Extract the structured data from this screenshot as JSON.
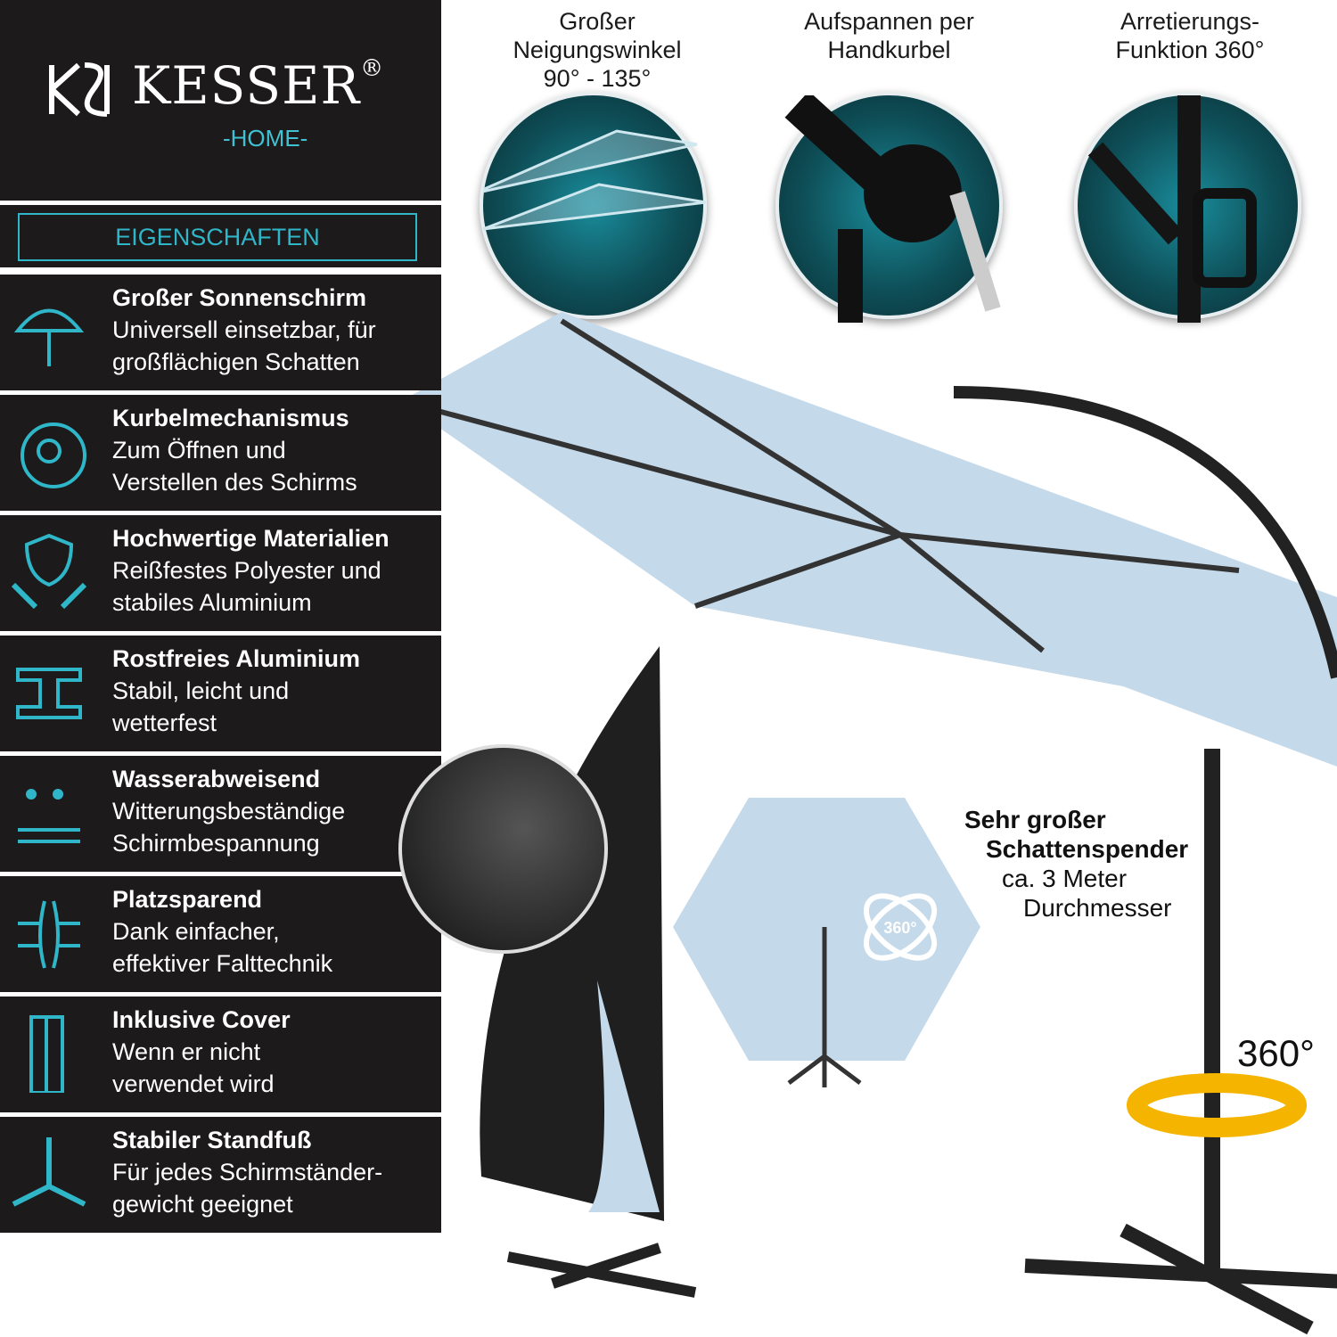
{
  "logo": {
    "brand": "KESSER",
    "reg": "®",
    "sub": "-HOME-"
  },
  "section_label": "EIGENSCHAFTEN",
  "features": [
    {
      "icon": "umbrella-icon",
      "title": "Großer Sonnenschirm",
      "desc1": "Universell einsetzbar, für",
      "desc2": "großflächigen Schatten"
    },
    {
      "icon": "crank-icon",
      "title": "Kurbelmechanismus",
      "desc1": "Zum Öffnen und",
      "desc2": "Verstellen des Schirms"
    },
    {
      "icon": "shield-hands-icon",
      "title": "Hochwertige Materialien",
      "desc1": "Reißfestes Polyester und",
      "desc2": "stabiles Aluminium"
    },
    {
      "icon": "steel-beam-icon",
      "title": "Rostfreies Aluminium",
      "desc1": "Stabil, leicht und",
      "desc2": "wetterfest"
    },
    {
      "icon": "water-drops-icon",
      "title": "Wasserabweisend",
      "desc1": "Witterungsbeständige",
      "desc2": "Schirmbespannung"
    },
    {
      "icon": "compress-icon",
      "title": "Platzsparend",
      "desc1": "Dank einfacher,",
      "desc2": "effektiver Falttechnik"
    },
    {
      "icon": "cover-zipper-icon",
      "title": "Inklusive Cover",
      "desc1": "Wenn er nicht",
      "desc2": "verwendet wird"
    },
    {
      "icon": "stand-base-icon",
      "title": "Stabiler Standfuß",
      "desc1": "Für jedes Schirmständer-",
      "desc2": "gewicht geeignet"
    }
  ],
  "captions": {
    "tilt": {
      "l1": "Großer",
      "l2": "Neigungswinkel",
      "l3": "90° - 135°"
    },
    "crank": {
      "l1": "Aufspannen per",
      "l2": "Handkurbel"
    },
    "lock": {
      "l1": "Arretierungs-",
      "l2": "Funktion 360°"
    }
  },
  "shade": {
    "l1": "Sehr großer",
    "l2": "Schattenspender",
    "l3": "ca. 3 Meter",
    "l4": "Durchmesser"
  },
  "rotation_label": "360°",
  "badge_360": "360°",
  "colors": {
    "accent": "#2fb7c9",
    "panel": "#1c1a1a",
    "canopy": "#c4d9ea",
    "rotation": "#f5b400"
  }
}
